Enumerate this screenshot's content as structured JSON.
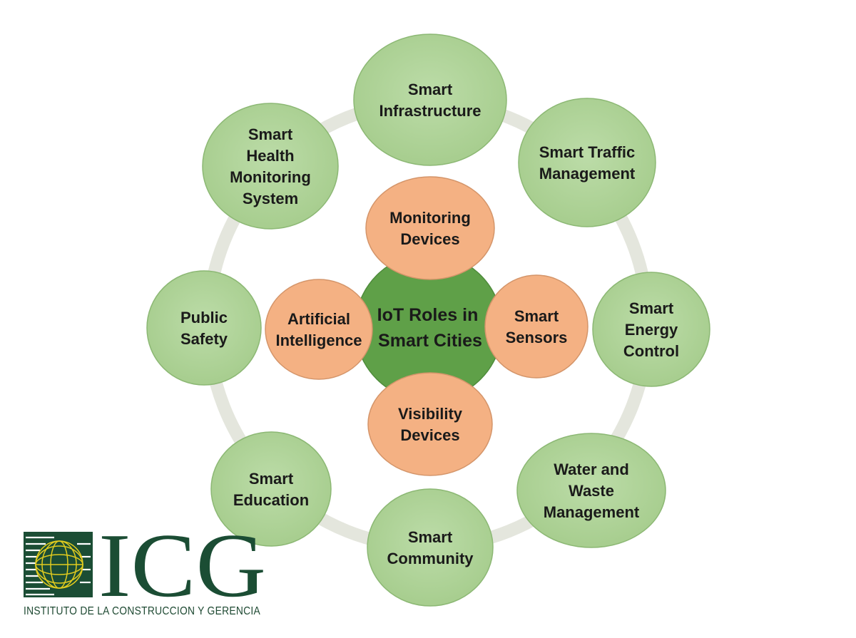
{
  "center": {
    "lines": [
      "IoT Roles in",
      "Smart Cities"
    ]
  },
  "inner_nodes": [
    {
      "id": "monitoring-devices",
      "lines": [
        "Monitoring",
        "Devices"
      ]
    },
    {
      "id": "artificial-intelligence",
      "lines": [
        "Artificial",
        "Intelligence"
      ]
    },
    {
      "id": "smart-sensors",
      "lines": [
        "Smart",
        "Sensors"
      ]
    },
    {
      "id": "visibility-devices",
      "lines": [
        "Visibility",
        "Devices"
      ]
    }
  ],
  "outer_nodes": [
    {
      "id": "smart-infrastructure",
      "lines": [
        "Smart",
        "Infrastructure"
      ]
    },
    {
      "id": "smart-traffic-management",
      "lines": [
        "Smart Traffic",
        "Management"
      ]
    },
    {
      "id": "smart-energy-control",
      "lines": [
        "Smart",
        "Energy",
        "Control"
      ]
    },
    {
      "id": "water-and-waste-management",
      "lines": [
        "Water and",
        "Waste",
        "Management"
      ]
    },
    {
      "id": "smart-community",
      "lines": [
        "Smart",
        "Community"
      ]
    },
    {
      "id": "smart-education",
      "lines": [
        "Smart",
        "Education"
      ]
    },
    {
      "id": "public-safety",
      "lines": [
        "Public",
        "Safety"
      ]
    },
    {
      "id": "smart-health-monitoring-system",
      "lines": [
        "Smart",
        "Health",
        "Monitoring",
        "System"
      ]
    }
  ],
  "logo": {
    "acronym": "ICG",
    "subtitle": "INSTITUTO DE LA CONSTRUCCION Y GERENCIA"
  },
  "colors": {
    "outer": "#afd398",
    "inner": "#f4b183",
    "center": "#5fa048",
    "ring": "#e4e6dd",
    "logo": "#1b4d34",
    "globe": "#e2cc1e"
  }
}
